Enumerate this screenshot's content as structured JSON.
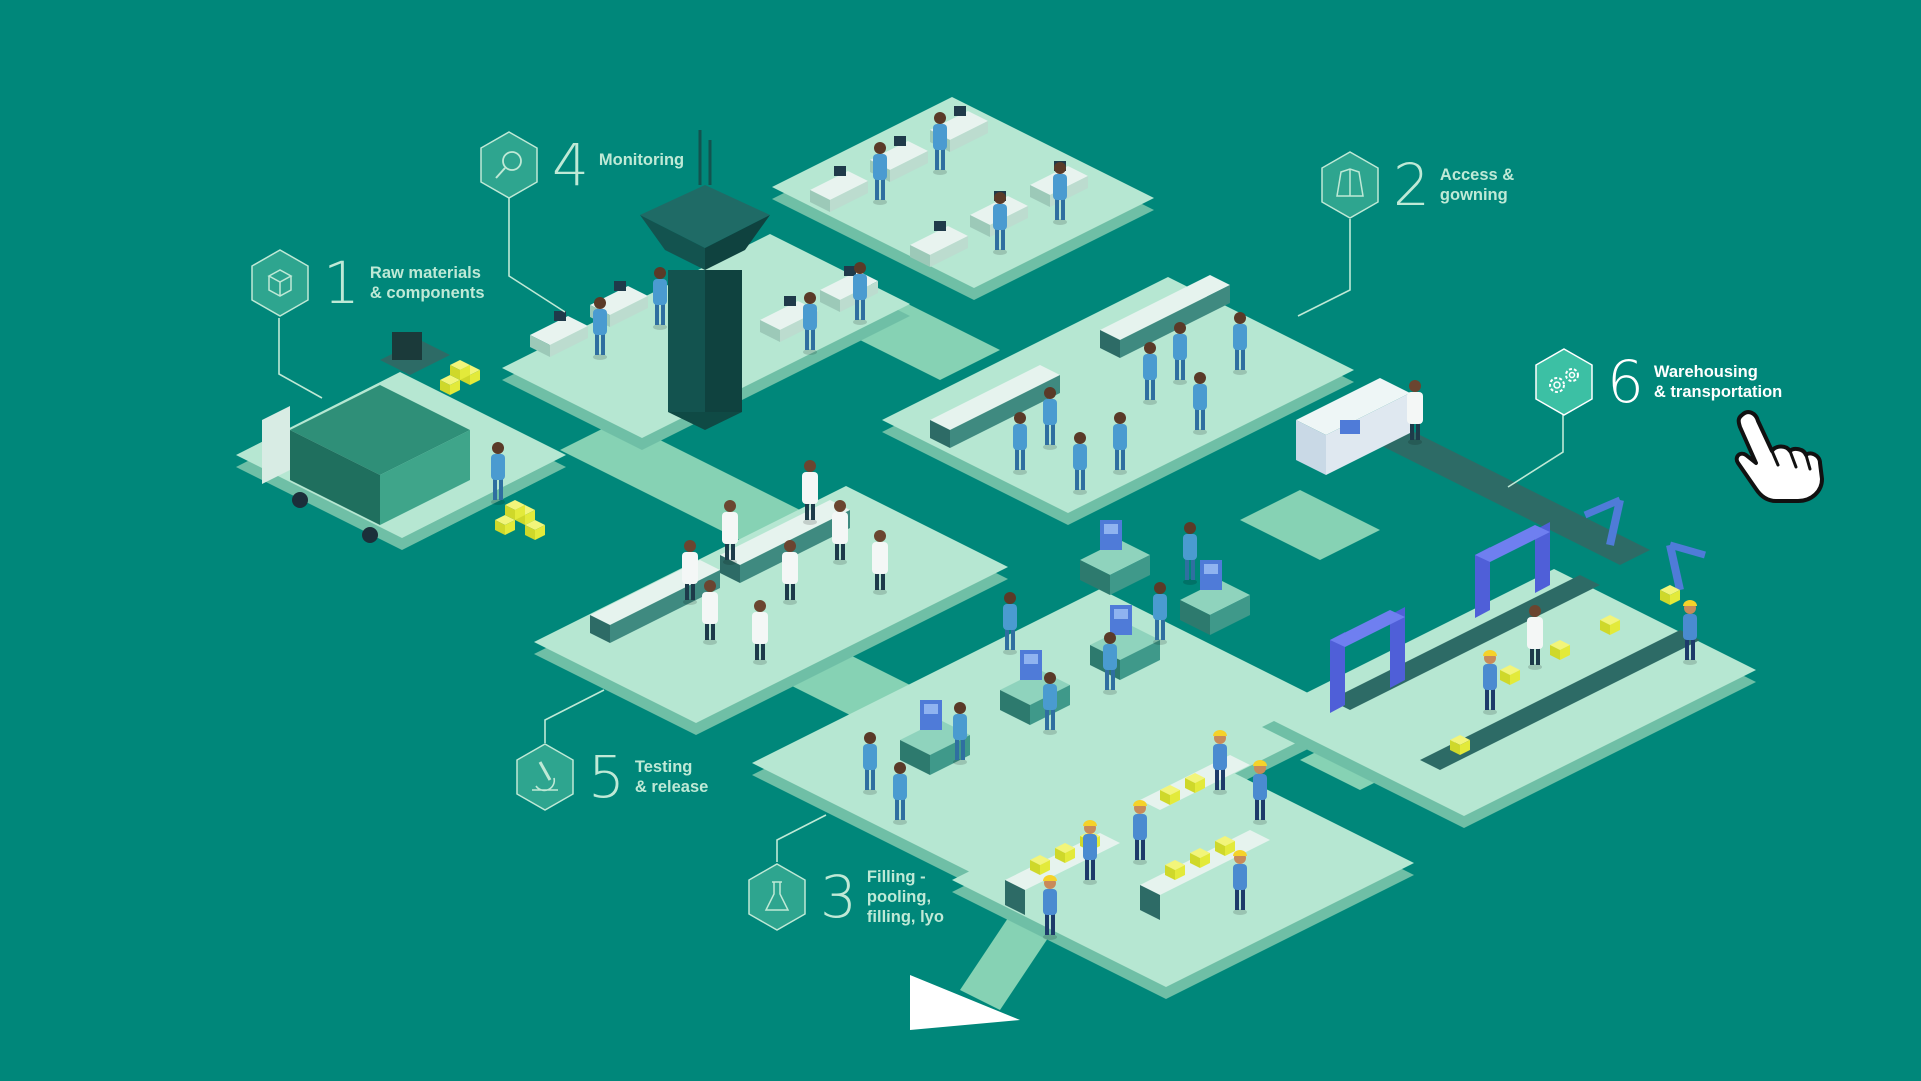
{
  "steps": [
    {
      "number": "1",
      "label": "Raw materials\n& components",
      "icon": "box-icon"
    },
    {
      "number": "2",
      "label": "Access &\ngowning",
      "icon": "gown-icon"
    },
    {
      "number": "3",
      "label": "Filling -\npooling,\nfilling, lyo",
      "icon": "flask-icon"
    },
    {
      "number": "4",
      "label": "Monitoring",
      "icon": "magnifier-icon"
    },
    {
      "number": "5",
      "label": "Testing\n& release",
      "icon": "microscope-icon"
    },
    {
      "number": "6",
      "label": "Warehousing\n& transportation",
      "icon": "gears-icon"
    }
  ],
  "active_step": "6",
  "colors": {
    "background": "#00877a",
    "platform": "#9fdcc4",
    "platform_top": "#b6e7d2",
    "platform_shadow": "#6fbfa6",
    "worker": "#4a9bd0",
    "lab_coat": "#f4f7f6",
    "crate": "#e7ef3a",
    "tower": "#13534f",
    "machine_blue": "#4f7bd8",
    "label": "#bfe9d6",
    "active_label": "#ffffff"
  },
  "cursor_icon": "hand-pointer-icon"
}
